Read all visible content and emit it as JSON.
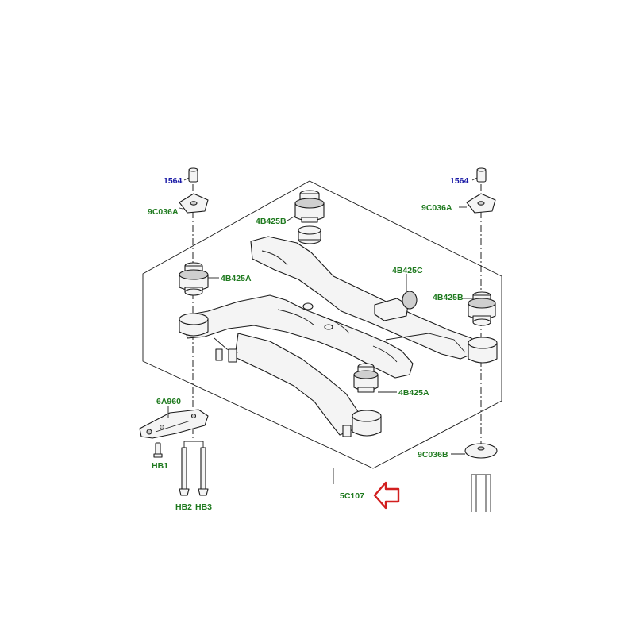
{
  "colors": {
    "green_label": "#1f7a1f",
    "blue_label": "#1a1aa6",
    "arrow": "#d21f1f",
    "line": "#1a1a1a"
  },
  "labels": {
    "bolt_left": "1564",
    "bolt_right": "1564",
    "washer_left_top": "9C036A",
    "washer_right_top": "9C036A",
    "bush_rear_top": "4B425B",
    "bush_right": "4B425B",
    "bush_left": "4B425A",
    "bush_front": "4B425A",
    "bracket_mount": "4B425C",
    "bracket_left": "6A960",
    "washer_right_bottom": "9C036B",
    "bolt_hb1": "HB1",
    "bolt_hb2": "HB2",
    "bolt_hb3": "HB3",
    "crossmember": "5C107"
  },
  "icons": {
    "pointer": "red-outline-arrow-icon"
  }
}
